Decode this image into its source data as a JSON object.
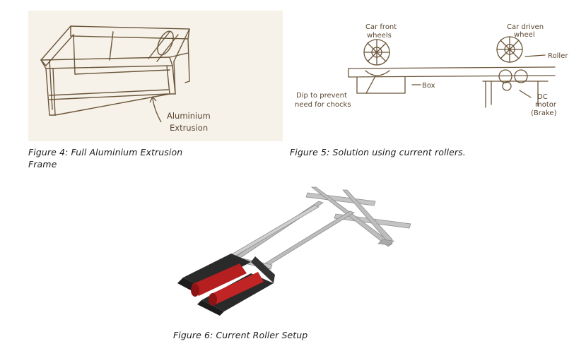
{
  "figures": [
    {
      "caption": "Figure 4: Full Aluminium Extrusion Frame",
      "labels": [
        "Aluminium",
        "Extrusion"
      ]
    },
    {
      "caption": "Figure 5: Solution using current rollers.",
      "labels": {
        "car_front_line1": "Car front",
        "car_front_line2": "wheels",
        "car_driven_line1": "Car driven",
        "car_driven_line2": "wheel",
        "roller": "Roller",
        "box": "Box",
        "dip_line1": "Dip to prevent",
        "dip_line2": "need for chocks",
        "dc_line1": "DC",
        "dc_line2": "motor",
        "dc_line3": "(Brake)"
      }
    },
    {
      "caption": "Figure 6: Current Roller Setup"
    }
  ],
  "colors": {
    "sketch_ink": "#6b5538",
    "sketch_bg": "#f6f2ea",
    "roller_red": "#b51f1f",
    "frame_black": "#222222",
    "rail_grey": "#b9b9b9"
  }
}
